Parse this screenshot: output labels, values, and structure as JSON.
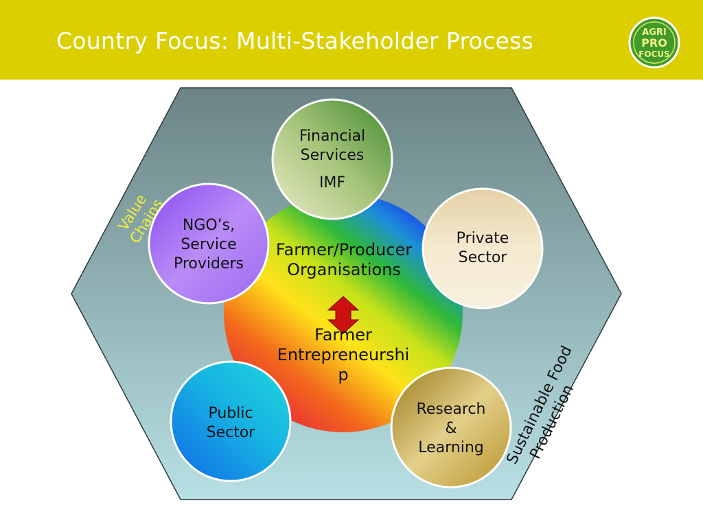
{
  "header": {
    "title": "Country Focus: Multi-Stakeholder Process",
    "logo": {
      "line1": "AGRI",
      "line2": "PRO",
      "line3": "FOCUS"
    }
  },
  "diagram": {
    "center": {
      "top_lines": [
        "Farmer/Producer",
        "Organisations"
      ],
      "bottom_lines": [
        "Farmer",
        "Entrepreneurshi",
        "p"
      ]
    },
    "financial": {
      "lines": [
        "Financial",
        "Services"
      ],
      "sub": "IMF"
    },
    "ngo": {
      "lines": [
        "NGO’s,",
        "Service",
        "Providers"
      ]
    },
    "private": {
      "lines": [
        "Private",
        "Sector"
      ]
    },
    "public": {
      "lines": [
        "Public",
        "Sector"
      ]
    },
    "research": {
      "lines": [
        "Research",
        "&",
        "Learning"
      ]
    },
    "value_chains": {
      "lines": [
        "Value",
        "Chains"
      ]
    },
    "sustainable": {
      "lines": [
        "Sustainable Food",
        "Production"
      ]
    }
  },
  "colors": {
    "header": "#dbcf00",
    "title": "#ffffff",
    "hexagon_top": "#6b8486",
    "hexagon_bottom": "#b8e0e4",
    "arrow": "#cc1111",
    "label_yellow": "#f5ef3a"
  }
}
